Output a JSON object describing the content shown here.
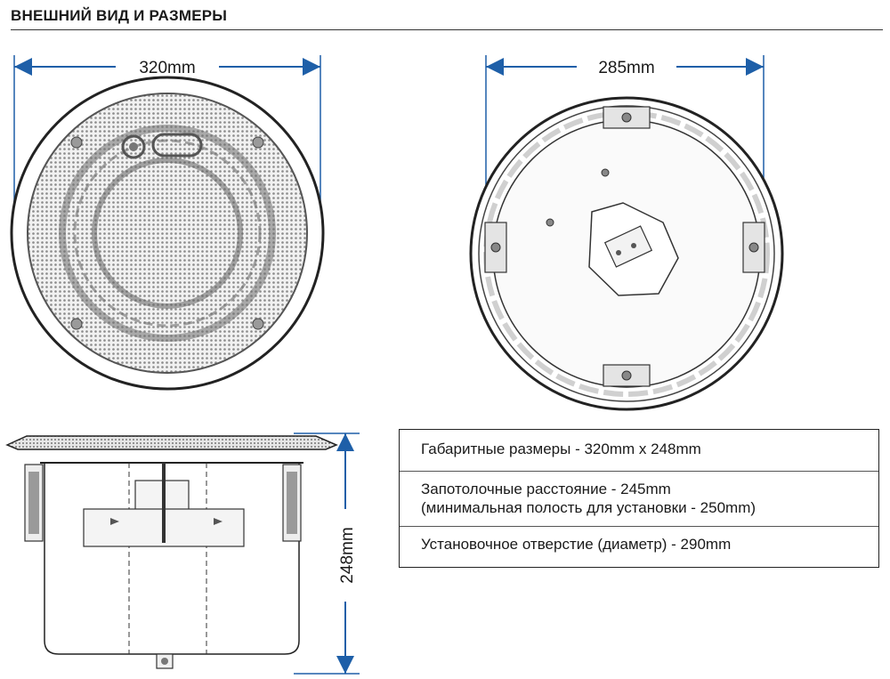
{
  "header": {
    "title": "ВНЕШНИЙ ВИД И РАЗМЕРЫ"
  },
  "dimensions": {
    "front_width": "320mm",
    "back_width": "285mm",
    "side_height": "248mm"
  },
  "colors": {
    "dimension_line": "#1e5fa8",
    "outline": "#222222",
    "grille": "#8a8a8a"
  },
  "specs": {
    "rows": [
      {
        "lines": [
          "Габаритные размеры - 320mm x 248mm"
        ]
      },
      {
        "lines": [
          "Запотолочные расстояние - 245mm",
          "(минимальная полость для установки - 250mm)"
        ]
      },
      {
        "lines": [
          "Установочное отверстие (диаметр) - 290mm"
        ]
      }
    ]
  }
}
